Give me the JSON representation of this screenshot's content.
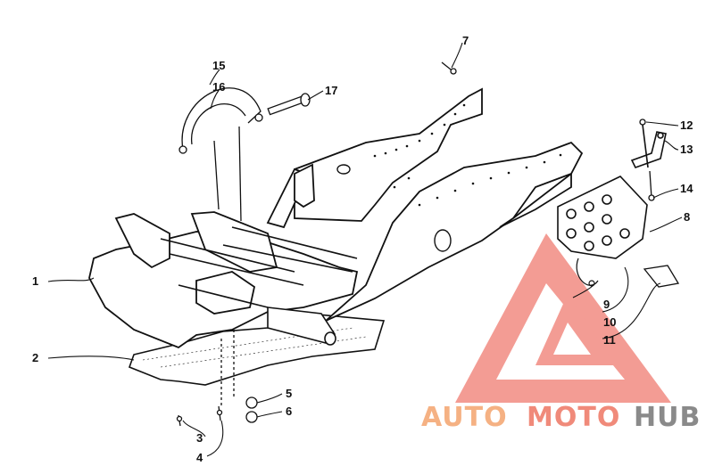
{
  "diagram": {
    "callouts": [
      {
        "id": "1",
        "label": "1"
      },
      {
        "id": "2",
        "label": "2"
      },
      {
        "id": "3",
        "label": "3"
      },
      {
        "id": "4",
        "label": "4"
      },
      {
        "id": "5",
        "label": "5"
      },
      {
        "id": "6",
        "label": "6"
      },
      {
        "id": "7",
        "label": "7"
      },
      {
        "id": "8",
        "label": "8"
      },
      {
        "id": "9",
        "label": "9"
      },
      {
        "id": "10",
        "label": "10"
      },
      {
        "id": "11",
        "label": "11"
      },
      {
        "id": "12",
        "label": "12"
      },
      {
        "id": "13",
        "label": "13"
      },
      {
        "id": "14",
        "label": "14"
      },
      {
        "id": "15",
        "label": "15"
      },
      {
        "id": "16",
        "label": "16"
      },
      {
        "id": "17",
        "label": "17"
      }
    ]
  },
  "watermark": {
    "part_a": "AUTO",
    "part_b": "MOTO",
    "part_c": "HUB",
    "color_a": "#f5b183",
    "color_b": "#f08a7a",
    "color_c": "#8a8a8a",
    "triangle_color": "#f28b82"
  }
}
